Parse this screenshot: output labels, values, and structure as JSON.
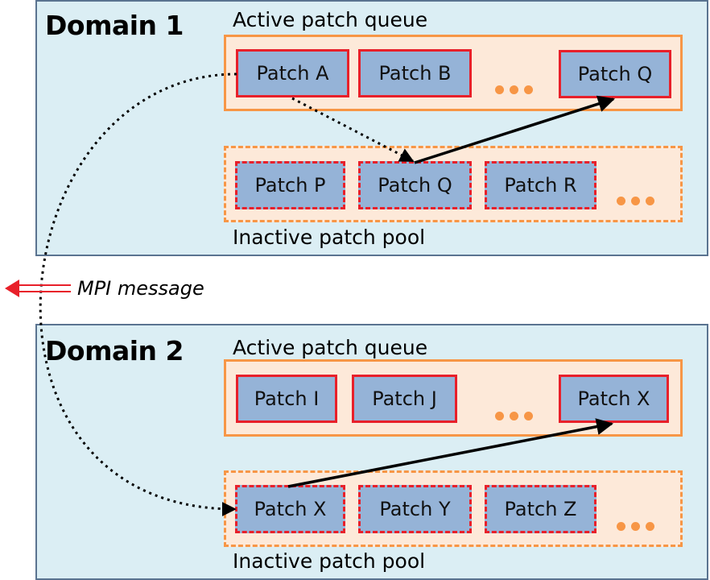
{
  "domain1": {
    "title": "Domain 1",
    "active_label": "Active patch queue",
    "inactive_label": "Inactive patch pool",
    "active_patches": [
      "Patch A",
      "Patch B",
      "Patch Q"
    ],
    "inactive_patches": [
      "Patch P",
      "Patch Q",
      "Patch R"
    ]
  },
  "domain2": {
    "title": "Domain 2",
    "active_label": "Active patch queue",
    "inactive_label": "Inactive patch pool",
    "active_patches": [
      "Patch I",
      "Patch J",
      "Patch X"
    ],
    "inactive_patches": [
      "Patch X",
      "Patch Y",
      "Patch Z"
    ]
  },
  "mpi_label": "MPI message",
  "colors": {
    "domain_bg": "#dbeef4",
    "domain_border": "#5a7390",
    "queue_bg": "#fde9d9",
    "queue_border": "#f79646",
    "patch_fill": "#95b3d7",
    "patch_border": "#e8202a"
  }
}
